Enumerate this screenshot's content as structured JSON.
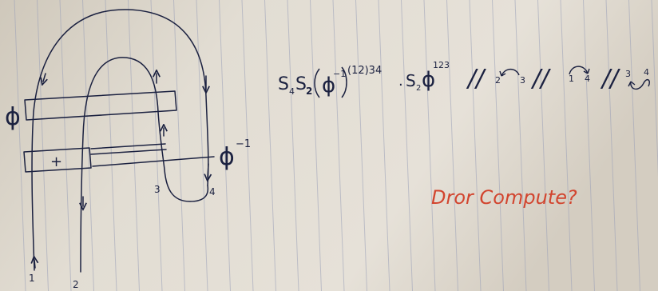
{
  "photo": {
    "paper_color": "#dcd6cb",
    "rule_color": "#9aa0b8",
    "ink_color": "#1b2140",
    "red_ink_color": "#d2452f"
  },
  "labels": {
    "phi": "ϕ",
    "phi_inverse": "ϕ",
    "phi_inverse_exp": "−1",
    "plus": "+",
    "strand_1": "1",
    "strand_2": "2",
    "strand_3": "3",
    "strand_4": "4"
  },
  "formula": {
    "s": "S",
    "sub_4": "4",
    "sub_2": "2",
    "phi": "ϕ",
    "exp_inner": "−1",
    "exp_perm": "(12)34",
    "dot": "·",
    "s2": "S",
    "s2_sub": "2",
    "phi2": "ϕ",
    "phi2_sup": "123",
    "sep": "//",
    "move1_left": "2",
    "move1_right": "3",
    "move2_left": "1",
    "move2_right": "4",
    "move3_left": "3",
    "move3_right": "4"
  },
  "note": {
    "text": "Dror Compute?"
  }
}
